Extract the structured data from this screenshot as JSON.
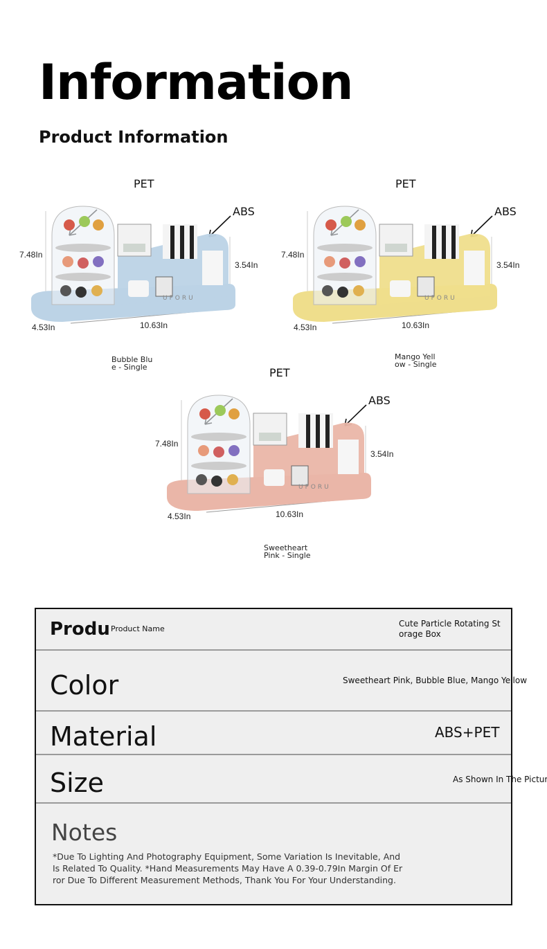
{
  "header": {
    "title": "Information",
    "subtitle": "Product Information"
  },
  "dimensions": {
    "height": "7.48In",
    "box_height": "3.54In",
    "depth": "4.53In",
    "width": "10.63In"
  },
  "materials": {
    "dome": "PET",
    "base": "ABS"
  },
  "products": [
    {
      "caption_line1": "Bubble Blu",
      "caption_line2": "e - Single",
      "color": "#bcd3e6"
    },
    {
      "caption_line1": "Mango Yell",
      "caption_line2": "ow - Single",
      "color": "#efde8c"
    },
    {
      "caption_line1": "Sweetheart",
      "caption_line2": "Pink - Single",
      "color": "#eab6a8"
    }
  ],
  "table": {
    "rows": [
      {
        "label_heading": "Produ",
        "label": "Product Name",
        "value_line1": "Cute Particle Rotating St",
        "value_line2": "orage Box"
      },
      {
        "label": "Color",
        "value": "Sweetheart Pink, Bubble Blue, Mango Yellow"
      },
      {
        "label": "Material",
        "value": "ABS+PET"
      },
      {
        "label": "Size",
        "value": "As Shown In The Picture"
      }
    ],
    "notes": {
      "label": "Notes",
      "line1": "*Due To Lighting And Photography Equipment, Some Variation Is Inevitable, And",
      "line2": "Is Related To Quality. *Hand Measurements May Have A 0.39-0.79In Margin Of Er",
      "line3": "ror Due To Different Measurement Methods, Thank You For Your Understanding."
    }
  }
}
